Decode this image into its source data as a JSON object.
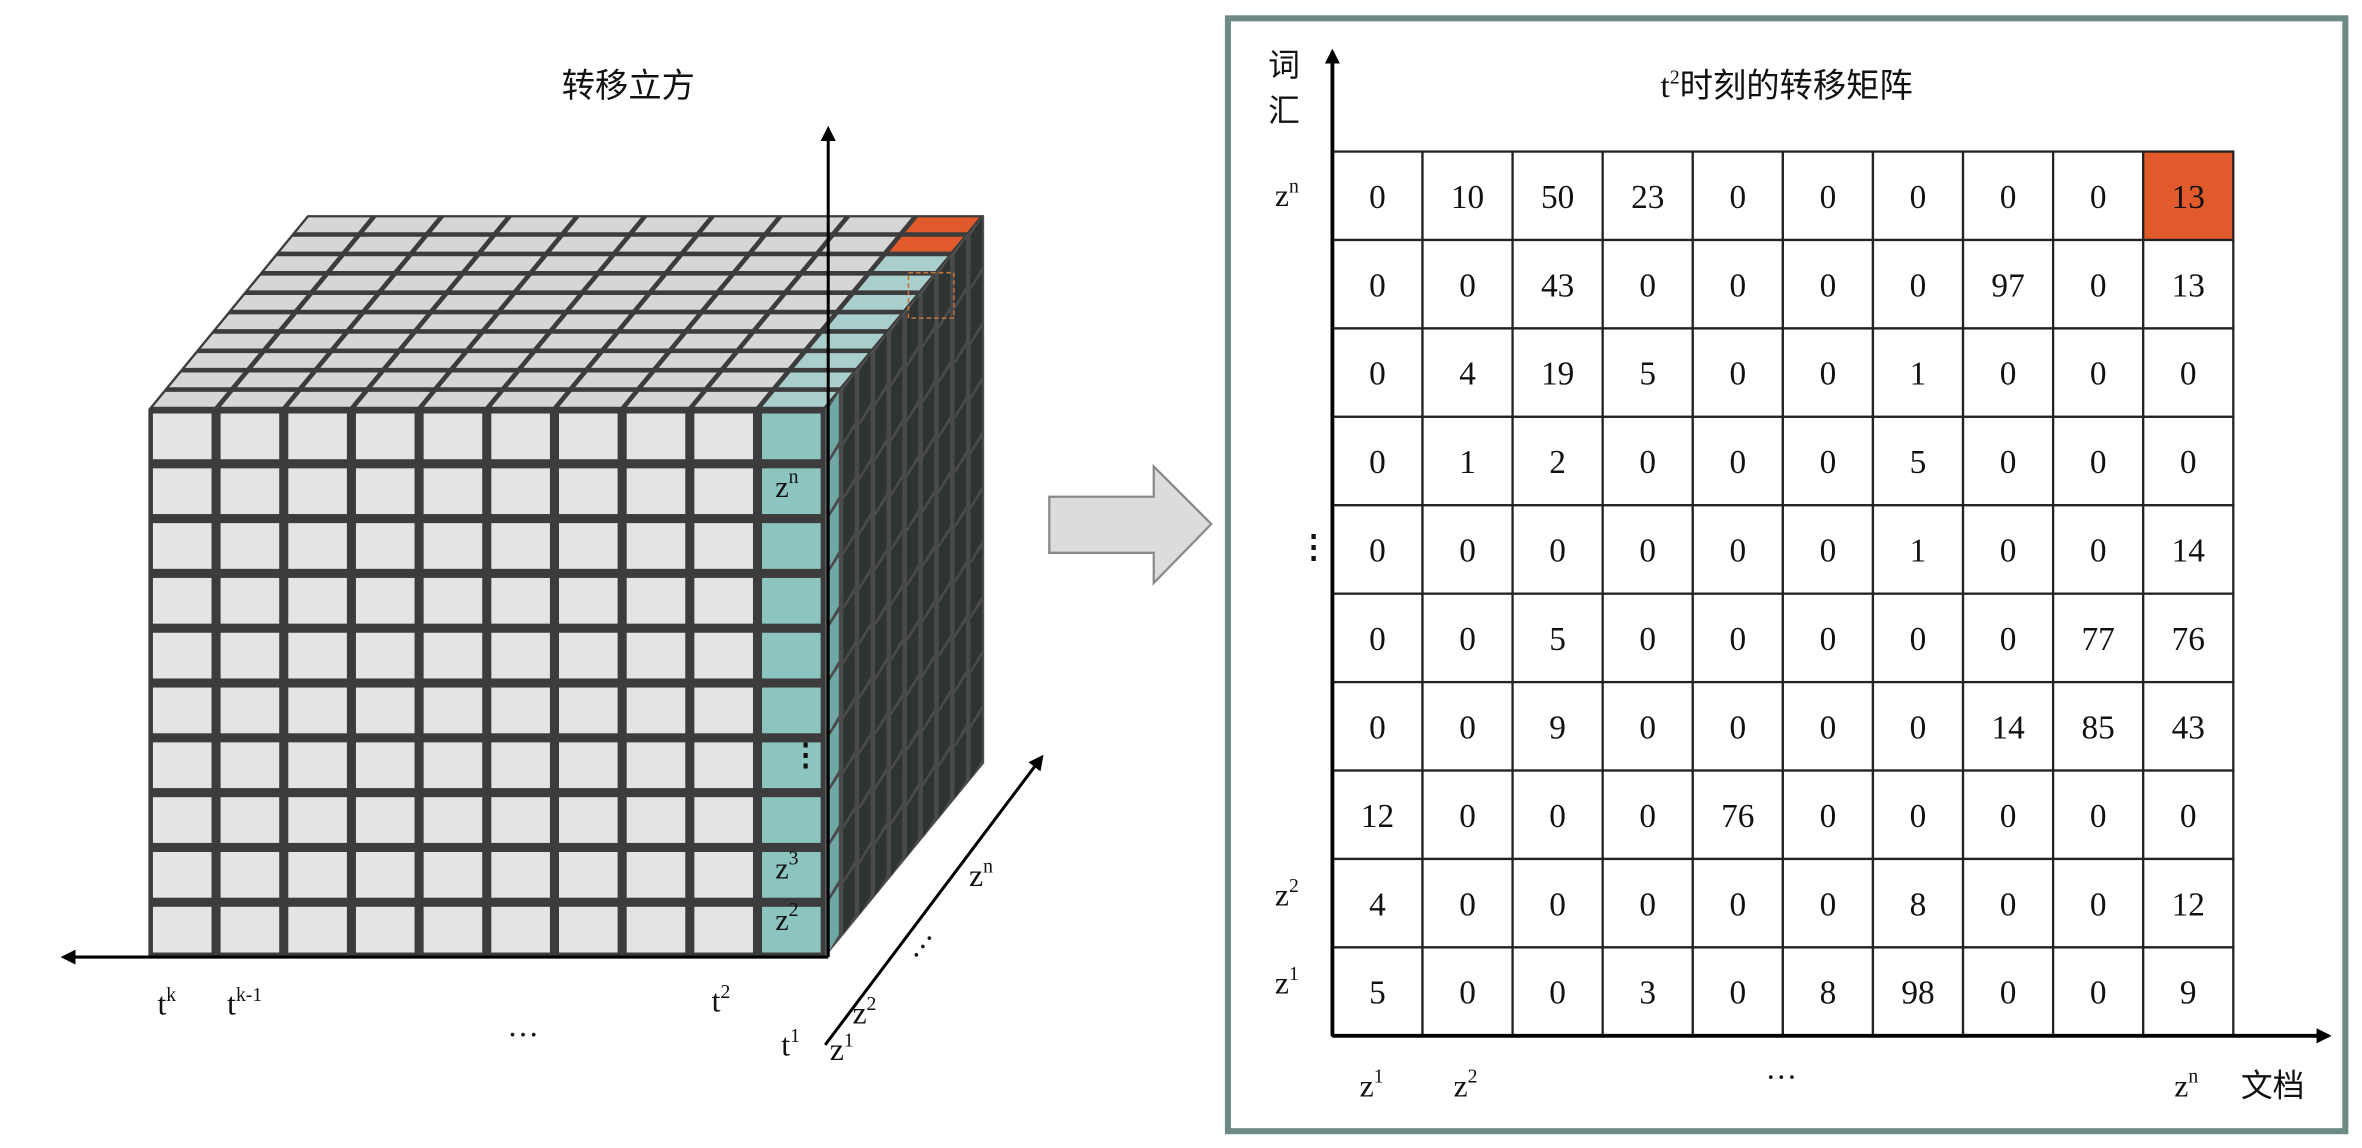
{
  "cube": {
    "title": "转移立方",
    "time_labels": {
      "tk": "t",
      "tk_sup": "k",
      "tk1": "t",
      "tk1_sup": "k-1",
      "dots": "···",
      "t2": "t",
      "t2_sup": "2",
      "t1": "t",
      "t1_sup": "1"
    },
    "depth_labels": {
      "z1": "z",
      "z1_sup": "1",
      "z2": "z",
      "z2_sup": "2",
      "dots": "···",
      "zn": "z",
      "zn_sup": "n"
    },
    "column_labels": {
      "zn": "z",
      "zn_sup": "n",
      "dots": "⋮",
      "z3": "z",
      "z3_sup": "3",
      "z2": "z",
      "z2_sup": "2"
    }
  },
  "matrix": {
    "title": "t",
    "title_sup": "2",
    "title_rest": "时刻的转移矩阵",
    "y_axis_label": "词汇",
    "x_axis_label": "文档",
    "row_labels": {
      "zn": "z",
      "zn_sup": "n",
      "dots": "⋮",
      "z2": "z",
      "z2_sup": "2",
      "z1": "z",
      "z1_sup": "1"
    },
    "col_labels": {
      "z1": "z",
      "z1_sup": "1",
      "z2": "z",
      "z2_sup": "2",
      "dots": "···",
      "zn": "z",
      "zn_sup": "n"
    },
    "highlight_color": "#e05a2b",
    "rows": [
      [
        "0",
        "10",
        "50",
        "23",
        "0",
        "0",
        "0",
        "0",
        "0",
        "13"
      ],
      [
        "0",
        "0",
        "43",
        "0",
        "0",
        "0",
        "0",
        "97",
        "0",
        "13"
      ],
      [
        "0",
        "4",
        "19",
        "5",
        "0",
        "0",
        "1",
        "0",
        "0",
        "0"
      ],
      [
        "0",
        "1",
        "2",
        "0",
        "0",
        "0",
        "5",
        "0",
        "0",
        "0"
      ],
      [
        "0",
        "0",
        "0",
        "0",
        "0",
        "0",
        "1",
        "0",
        "0",
        "14"
      ],
      [
        "0",
        "0",
        "5",
        "0",
        "0",
        "0",
        "0",
        "0",
        "77",
        "76"
      ],
      [
        "0",
        "0",
        "9",
        "0",
        "0",
        "0",
        "0",
        "14",
        "85",
        "43"
      ],
      [
        "12",
        "0",
        "0",
        "0",
        "76",
        "0",
        "0",
        "0",
        "0",
        "0"
      ],
      [
        "4",
        "0",
        "0",
        "0",
        "0",
        "0",
        "8",
        "0",
        "0",
        "12"
      ],
      [
        "5",
        "0",
        "0",
        "3",
        "0",
        "8",
        "98",
        "0",
        "0",
        "9"
      ]
    ]
  },
  "colors": {
    "teal": "#8cc4c0",
    "orange": "#e05a2b",
    "frame": "#6e8a84"
  }
}
